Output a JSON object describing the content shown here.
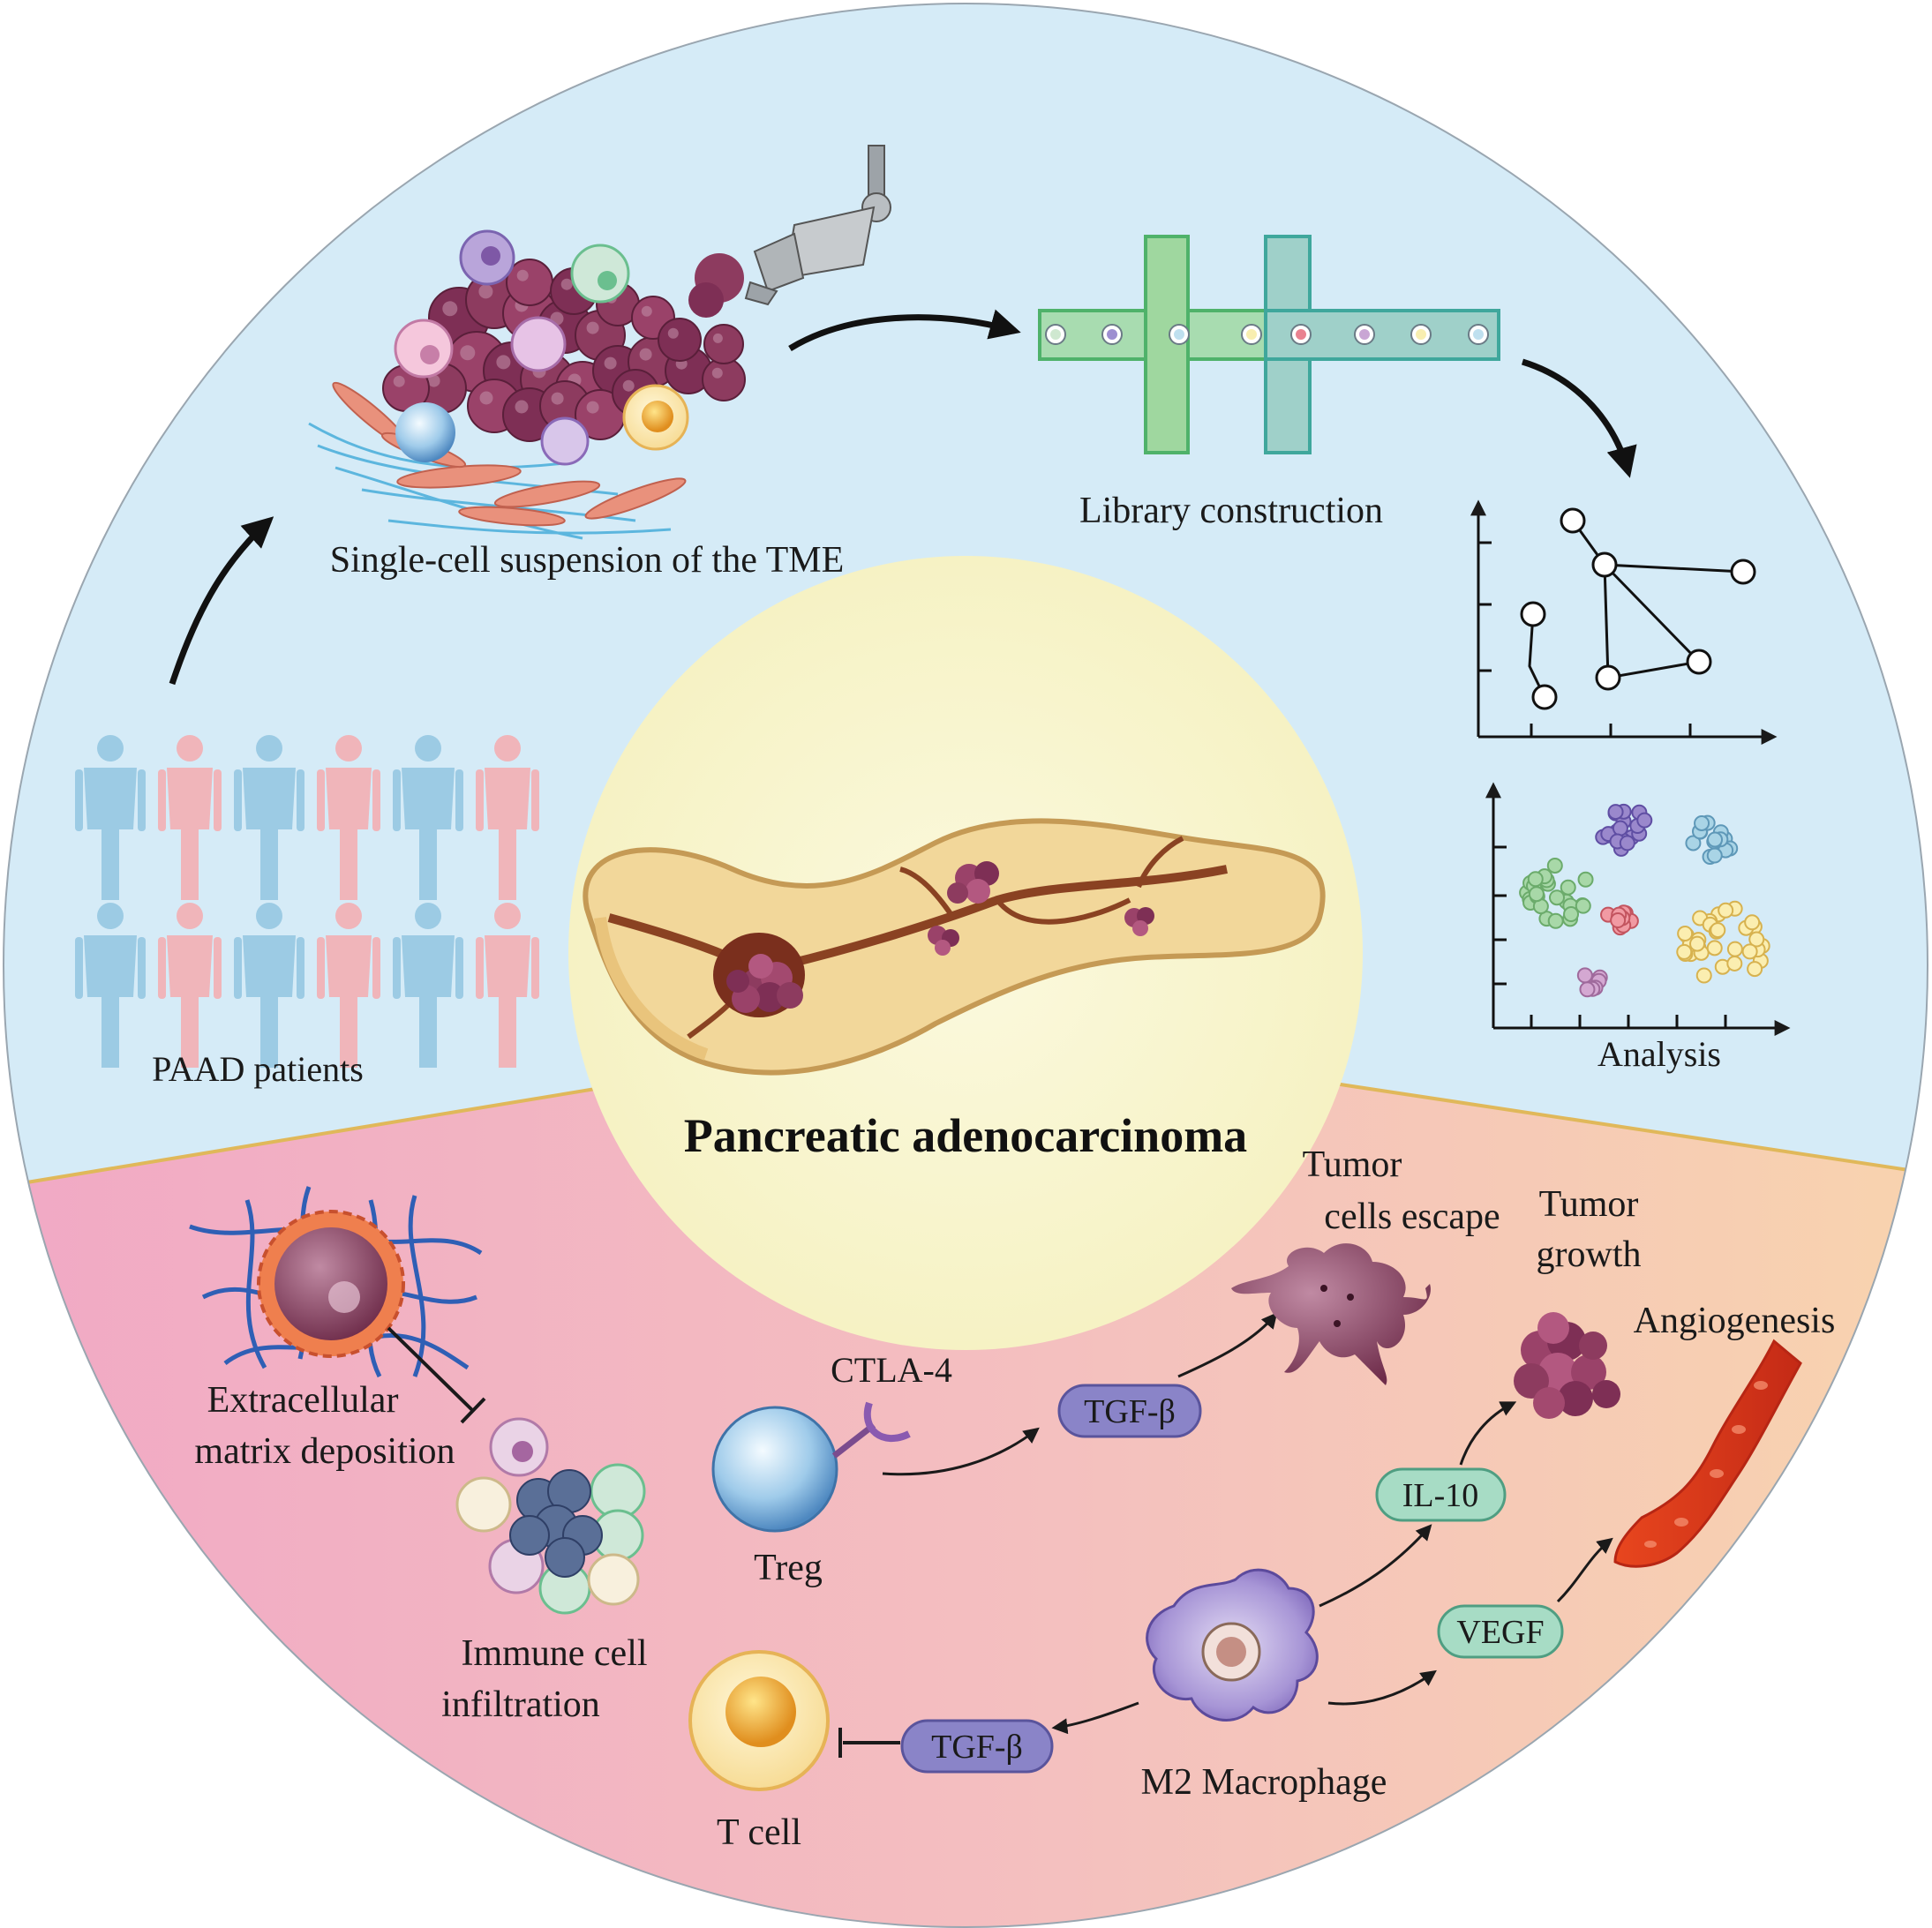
{
  "center": {
    "title": "Pancreatic adenocarcinoma"
  },
  "workflow": {
    "patients": "PAAD patients",
    "suspension": "Single-cell suspension of the TME",
    "library": "Library construction",
    "analysis": "Analysis"
  },
  "tme": {
    "ecm_line1": "Extracellular",
    "ecm_line2": "matrix deposition",
    "immune_line1": "Immune cell",
    "immune_line2": "infiltration",
    "ctla4": "CTLA-4",
    "treg": "Treg",
    "tgfb_top": "TGF-β",
    "tgfb_bottom": "TGF-β",
    "escape_line1": "Tumor",
    "escape_line2": "cells escape",
    "growth_line1": "Tumor",
    "growth_line2": "growth",
    "angiogenesis": "Angiogenesis",
    "il10": "IL-10",
    "vegf": "VEGF",
    "m2": "M2 Macrophage",
    "tcell": "T cell"
  },
  "colors": {
    "top_bg": "#d5ebf7",
    "bottom_left": "#f2b3c9",
    "bottom_right": "#f8cfae",
    "center": "#faf7d4",
    "pill_purple": "#8a84c8",
    "pill_green": "#a7dcc5",
    "male": "#9ccbe4",
    "female": "#f0b5ba"
  }
}
